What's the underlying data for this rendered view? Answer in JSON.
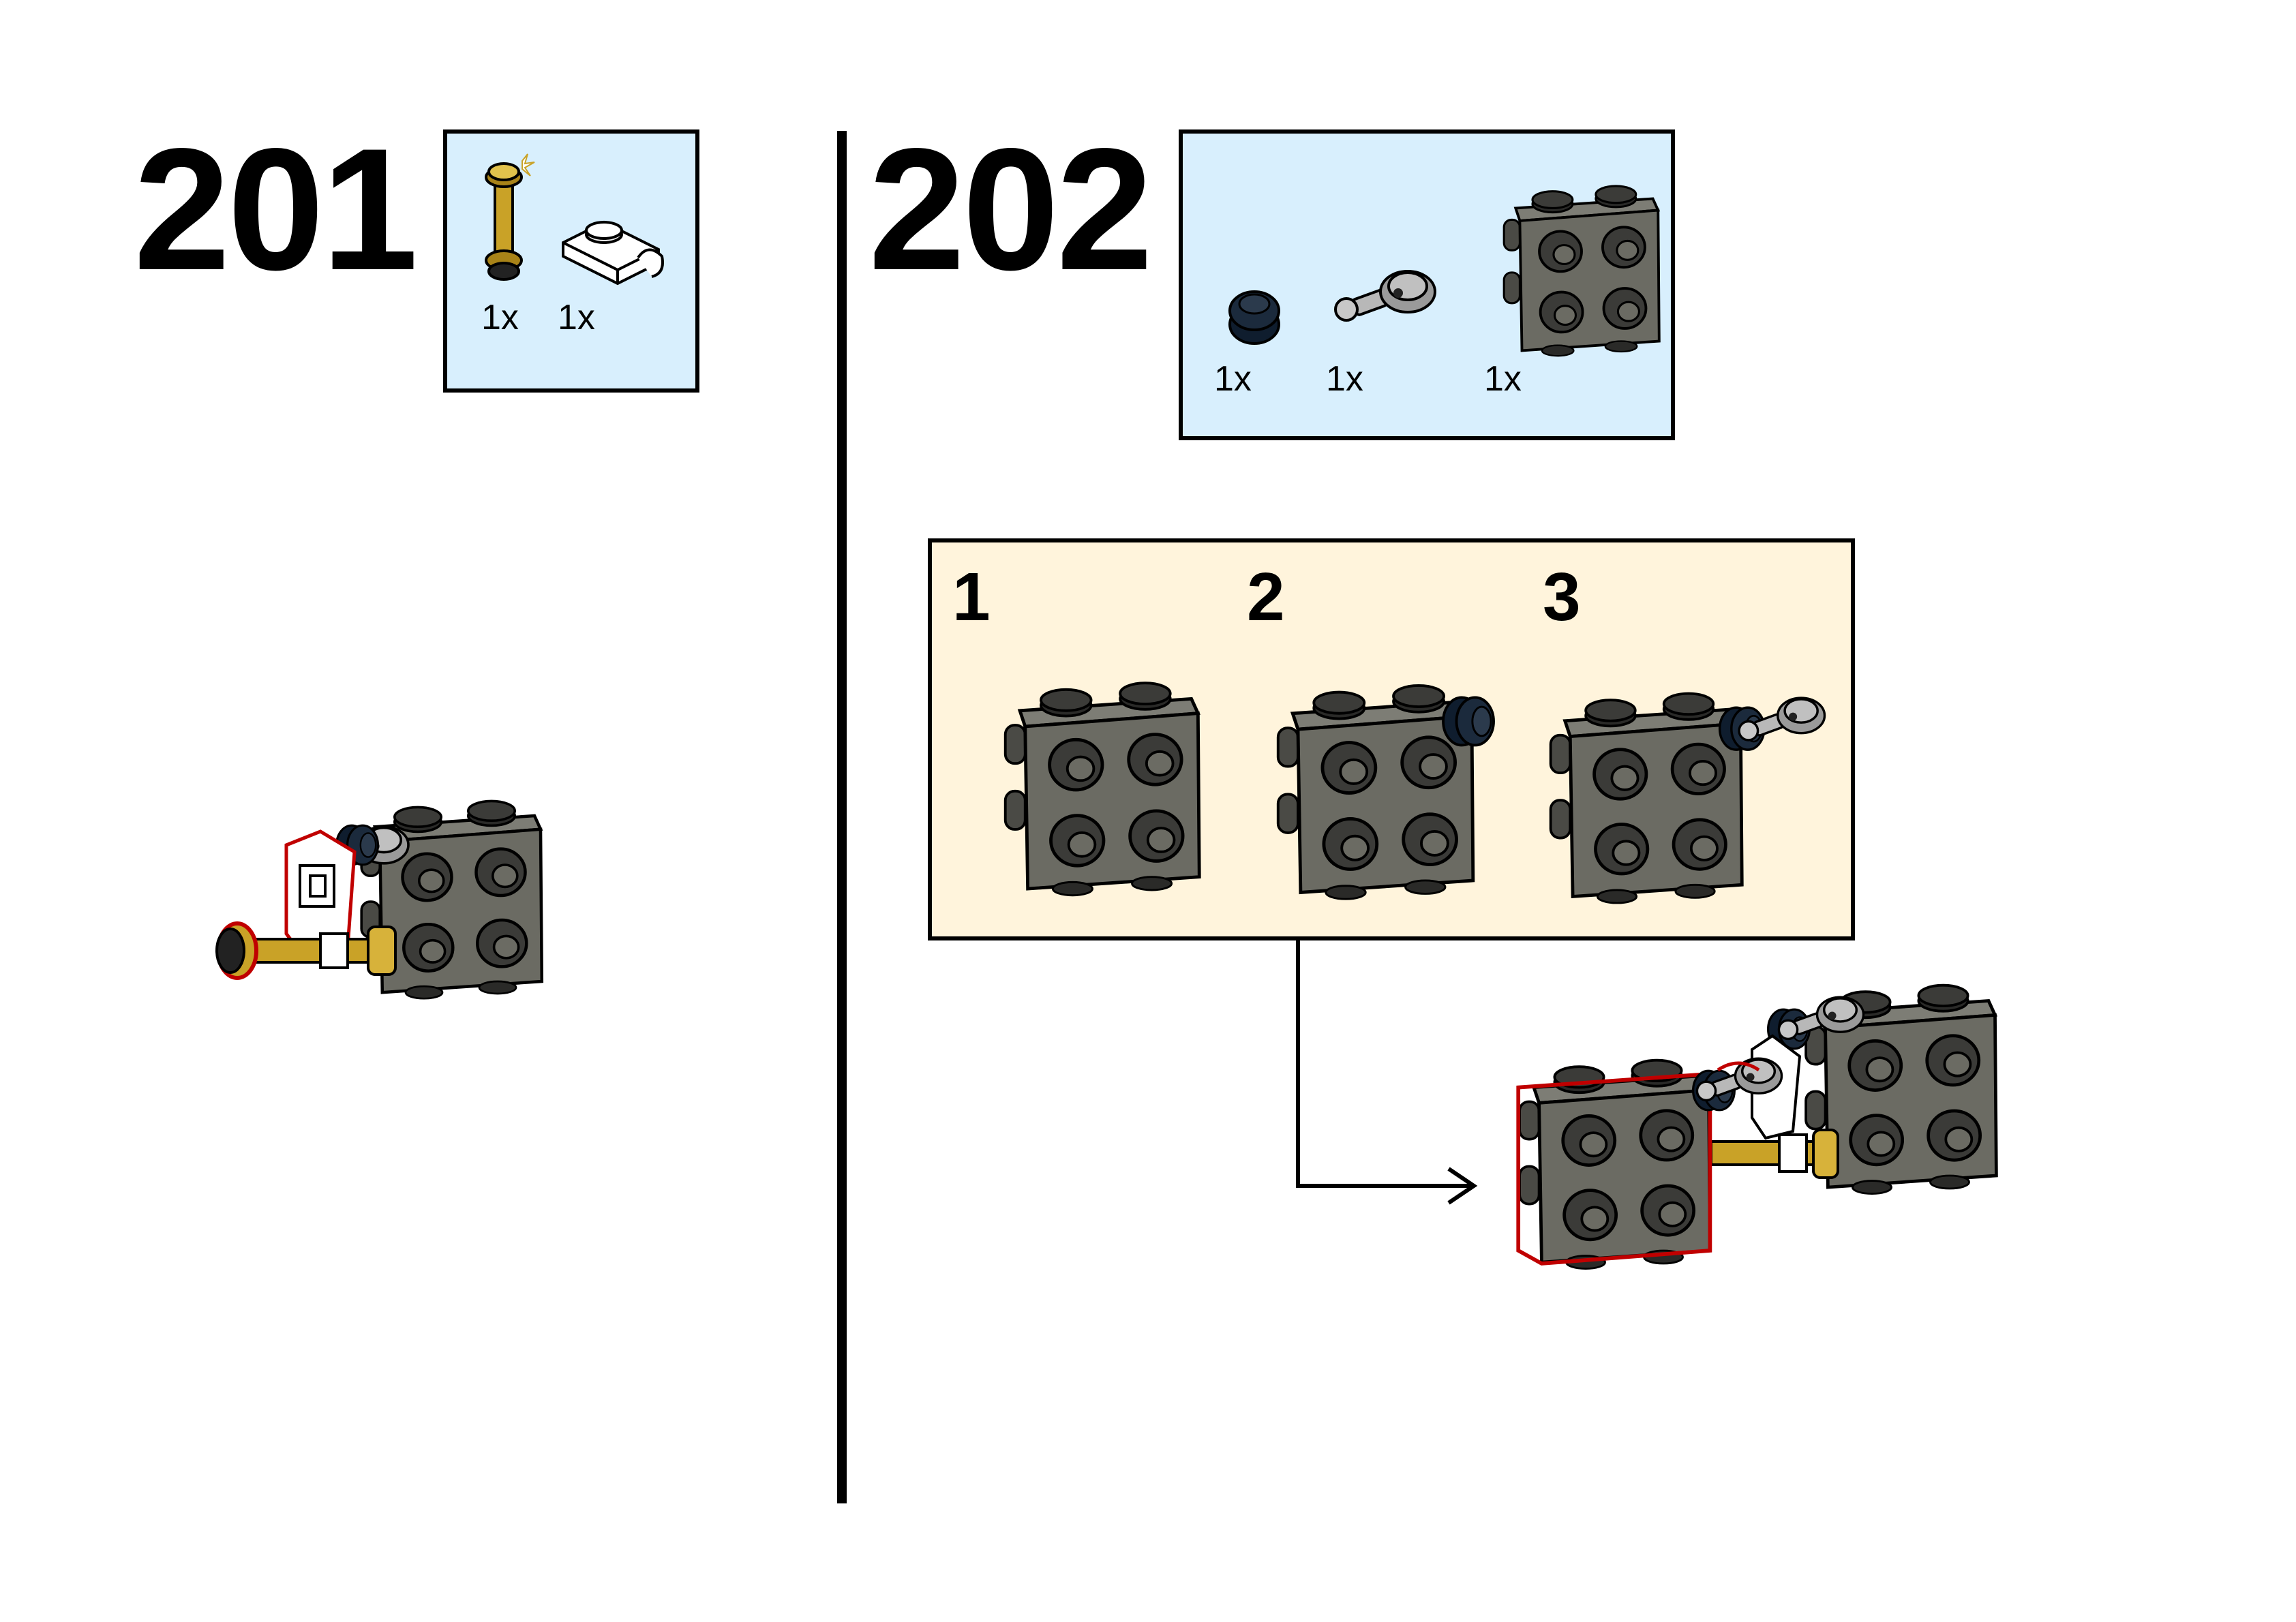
{
  "steps": [
    {
      "number": "201",
      "parts": [
        {
          "name": "gold bar with clip ends",
          "qty": "1x"
        },
        {
          "name": "white plate with clip",
          "qty": "1x"
        }
      ]
    },
    {
      "number": "202",
      "parts": [
        {
          "name": "black round plate 1x1",
          "qty": "1x"
        },
        {
          "name": "light gray tow ball arm",
          "qty": "1x"
        },
        {
          "name": "dark gray brick with studs on sides",
          "qty": "1x"
        }
      ]
    }
  ],
  "substeps": [
    "1",
    "2",
    "3"
  ],
  "colors": {
    "parts_bg": "#d8effd",
    "substep_bg": "#fff4dc",
    "brick": "#6b6b63",
    "gold": "#c9a227",
    "highlight": "#c00000"
  },
  "icons": {
    "brick": "dark-gray-brick-icon",
    "gold_bar": "gold-bar-icon",
    "clip_plate": "clip-plate-icon",
    "round_plate": "round-plate-icon",
    "tow_ball": "tow-ball-arm-icon",
    "arrow": "arrow-right-icon"
  }
}
